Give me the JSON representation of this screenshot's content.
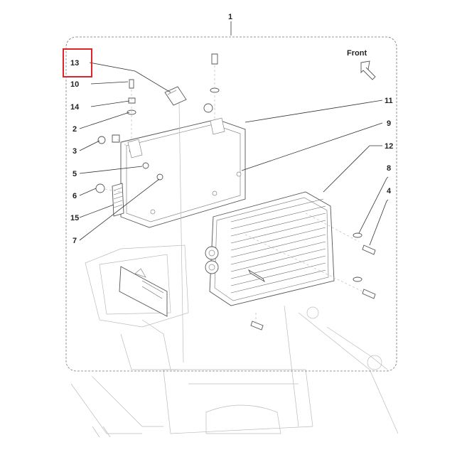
{
  "diagram": {
    "front_label": "Front",
    "highlight_color": "#e0242b",
    "callouts": [
      {
        "id": "c1",
        "label": "1"
      },
      {
        "id": "c13",
        "label": "13",
        "highlighted": true
      },
      {
        "id": "c10",
        "label": "10"
      },
      {
        "id": "c14",
        "label": "14"
      },
      {
        "id": "c2",
        "label": "2"
      },
      {
        "id": "c3",
        "label": "3"
      },
      {
        "id": "c5",
        "label": "5"
      },
      {
        "id": "c6",
        "label": "6"
      },
      {
        "id": "c15",
        "label": "15"
      },
      {
        "id": "c7",
        "label": "7"
      },
      {
        "id": "c11",
        "label": "11"
      },
      {
        "id": "c9",
        "label": "9"
      },
      {
        "id": "c12",
        "label": "12"
      },
      {
        "id": "c8",
        "label": "8"
      },
      {
        "id": "c4",
        "label": "4"
      }
    ]
  }
}
